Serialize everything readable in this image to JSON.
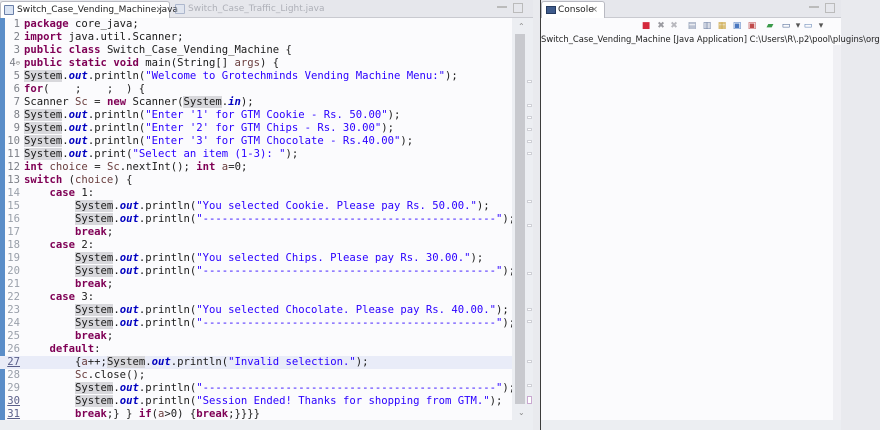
{
  "editor": {
    "tabs": [
      {
        "label": "Switch_Case_Vending_Machine.java",
        "active": true,
        "close": "×"
      },
      {
        "label": "Switch_Case_Traffic_Light.java",
        "active": false
      }
    ],
    "current_line": 27,
    "lines": [
      {
        "n": "1",
        "html": "<span class='kw'>package</span> core_java;"
      },
      {
        "n": "2",
        "html": "<span class='kw'>import</span> java.util.Scanner;"
      },
      {
        "n": "3",
        "html": "<span class='kw'>public</span> <span class='kw'>class</span> Switch_Case_Vending_Machine {"
      },
      {
        "n": "4",
        "fold": true,
        "html": "<span class='kw'>public</span> <span class='kw'>static</span> <span class='kw'>void</span> main(String[] <span class='var'>args</span>) {"
      },
      {
        "n": "5",
        "html": "<span class='sys'>System</span>.<span class='fld'>out</span>.println(<span class='str'>\"Welcome to Grotechminds Vending Machine Menu:\"</span>);"
      },
      {
        "n": "6",
        "html": "<span class='kw'>for</span>(    ;    ;  ) {"
      },
      {
        "n": "7",
        "html": "Scanner <span class='var'>Sc</span> = <span class='kw'>new</span> Scanner(<span class='sys'>System</span>.<span class='fld'>in</span>);"
      },
      {
        "n": "8",
        "html": "<span class='sys'>System</span>.<span class='fld'>out</span>.println(<span class='str'>\"Enter '1' for GTM Cookie - Rs. 50.00\"</span>);"
      },
      {
        "n": "9",
        "html": "<span class='sys'>System</span>.<span class='fld'>out</span>.println(<span class='str'>\"Enter '2' for GTM Chips - Rs. 30.00\"</span>);"
      },
      {
        "n": "10",
        "html": "<span class='sys'>System</span>.<span class='fld'>out</span>.println(<span class='str'>\"Enter '3' for GTM Chocolate - Rs.40.00\"</span>);"
      },
      {
        "n": "11",
        "html": "<span class='sys'>System</span>.<span class='fld'>out</span>.print(<span class='str'>\"Select an item (1-3): \"</span>);"
      },
      {
        "n": "12",
        "html": "<span class='kw'>int</span> <span class='var'>choice</span> = <span class='var'>Sc</span>.nextInt(); <span class='kw'>int</span> <span class='var'>a</span>=0;"
      },
      {
        "n": "13",
        "html": "<span class='kw'>switch</span> (<span class='var'>choice</span>) {"
      },
      {
        "n": "14",
        "dim": true,
        "html": "    <span class='kw'>case</span> 1:"
      },
      {
        "n": "15",
        "dim": true,
        "html": "        <span class='sys'>System</span>.<span class='fld'>out</span>.println(<span class='str'>\"You selected Cookie. Please pay Rs. 50.00.\"</span>);"
      },
      {
        "n": "16",
        "dim": true,
        "html": "        <span class='sys'>System</span>.<span class='fld'>out</span>.println(<span class='str'>\"----------------------------------------------\"</span>);"
      },
      {
        "n": "17",
        "dim": true,
        "html": "        <span class='kw'>break</span>;"
      },
      {
        "n": "18",
        "dim": true,
        "html": "    <span class='kw'>case</span> 2:"
      },
      {
        "n": "19",
        "dim": true,
        "html": "        <span class='sys'>System</span>.<span class='fld'>out</span>.println(<span class='str'>\"You selected Chips. Please pay Rs. 30.00.\"</span>);"
      },
      {
        "n": "20",
        "dim": true,
        "html": "        <span class='sys'>System</span>.<span class='fld'>out</span>.println(<span class='str'>\"----------------------------------------------\"</span>);"
      },
      {
        "n": "21",
        "dim": true,
        "html": "        <span class='kw'>break</span>;"
      },
      {
        "n": "22",
        "dim": true,
        "html": "    <span class='kw'>case</span> 3:"
      },
      {
        "n": "23",
        "dim": true,
        "html": "        <span class='sys'>System</span>.<span class='fld'>out</span>.println(<span class='str'>\"You selected Chocolate. Please pay Rs. 40.00.\"</span>);"
      },
      {
        "n": "24",
        "dim": true,
        "html": "        <span class='sys'>System</span>.<span class='fld'>out</span>.println(<span class='str'>\"----------------------------------------------\"</span>);"
      },
      {
        "n": "25",
        "dim": true,
        "html": "        <span class='kw'>break</span>;"
      },
      {
        "n": "26",
        "dim": true,
        "html": "    <span class='kw'>default</span>:"
      },
      {
        "n": "27",
        "ul": true,
        "html": "        {<span class='var'>a</span>++;<span class='sys'>System</span>.<span class='fld'>out</span>.println(<span class='str'>\"Invalid selection.\"</span>);"
      },
      {
        "n": "28",
        "dim": true,
        "html": "        <span class='var'>Sc</span>.close();"
      },
      {
        "n": "29",
        "dim": true,
        "html": "        <span class='sys'>System</span>.<span class='fld'>out</span>.println(<span class='str'>\"----------------------------------------------\"</span>);"
      },
      {
        "n": "30",
        "ul": true,
        "html": "        <span class='sys'>System</span>.<span class='fld'>out</span>.println(<span class='str'>\"Session Ended! Thanks for shopping from GTM.\"</span>);"
      },
      {
        "n": "31",
        "ul": true,
        "html": "        <span class='kw'>break</span>;} } <span class='kw'>if</span>(<span class='var'>a</span>>0) {<span class='kw'>break</span>;}}}}"
      }
    ]
  },
  "console": {
    "tab_label": "Console",
    "close": "×",
    "header": "Switch_Case_Vending_Machine [Java Application] C:\\Users\\R\\.p2\\pool\\plugins\\org",
    "toolbar": [
      {
        "name": "terminate-icon",
        "glyph": "■",
        "color": "#d4283c"
      },
      {
        "name": "remove-launch-icon",
        "glyph": "✖",
        "color": "#9a9aa0"
      },
      {
        "name": "remove-all-icon",
        "glyph": "✖",
        "color": "#b8b8be"
      },
      {
        "name": "clear-console-icon",
        "glyph": "▤",
        "color": "#7b8aa8"
      },
      {
        "name": "scroll-lock-icon",
        "glyph": "▥",
        "color": "#6d7fa3"
      },
      {
        "name": "word-wrap-icon",
        "glyph": "▦",
        "color": "#c9a23a"
      },
      {
        "name": "show-on-output-icon",
        "glyph": "▣",
        "color": "#4a78c0"
      },
      {
        "name": "show-on-error-icon",
        "glyph": "▣",
        "color": "#c04a4a"
      },
      {
        "name": "pin-console-icon",
        "glyph": "▰",
        "color": "#3a9a4a"
      },
      {
        "name": "display-console-icon",
        "glyph": "▭",
        "color": "#3e5b8c"
      },
      {
        "name": "dropdown-icon",
        "glyph": "▾",
        "color": "#555"
      },
      {
        "name": "new-console-icon",
        "glyph": "▭",
        "color": "#5a7db0"
      },
      {
        "name": "dropdown-icon-2",
        "glyph": "▾",
        "color": "#555"
      }
    ]
  }
}
